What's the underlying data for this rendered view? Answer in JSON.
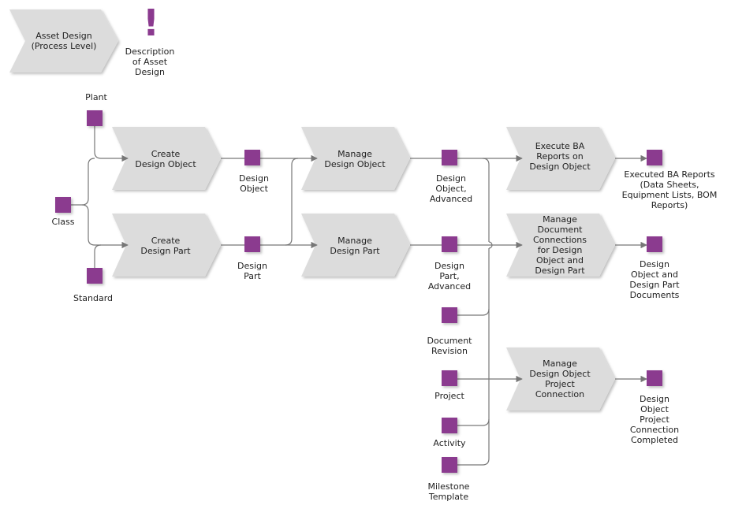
{
  "colors": {
    "object": "#8b3a8f",
    "process": "#dcdcdc",
    "line": "#777777"
  },
  "header": {
    "process_level": "Asset Design\n(Process Level)",
    "description": "Description\nof Asset\nDesign"
  },
  "processes": {
    "create_design_object": "Create\nDesign Object",
    "create_design_part": "Create\nDesign Part",
    "manage_design_object": "Manage\nDesign Object",
    "manage_design_part": "Manage\nDesign Part",
    "execute_ba_reports": "Execute BA\nReports on\nDesign Object",
    "manage_document_connections": "Manage\nDocument\nConnections\nfor Design\nObject and\nDesign Part",
    "manage_project_connection": "Manage\nDesign Object\nProject\nConnection"
  },
  "objects": {
    "plant": "Plant",
    "class": "Class",
    "standard": "Standard",
    "design_object": "Design\nObject",
    "design_part": "Design\nPart",
    "design_object_advanced": "Design\nObject,\nAdvanced",
    "design_part_advanced": "Design\nPart,\nAdvanced",
    "document_revision": "Document\nRevision",
    "project": "Project",
    "activity": "Activity",
    "milestone_template": "Milestone\nTemplate",
    "executed_ba_reports": "Executed BA Reports\n(Data Sheets,\nEquipment Lists, BOM\nReports)",
    "documents": "Design\nObject and\nDesign Part\nDocuments",
    "project_connection_completed": "Design\nObject\nProject\nConnection\nCompleted"
  }
}
